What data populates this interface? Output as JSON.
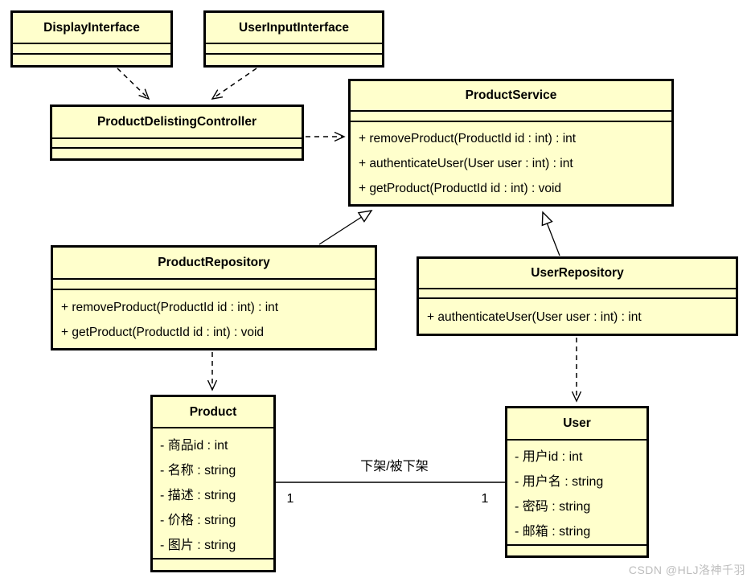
{
  "diagram": {
    "type": "uml-class-diagram",
    "background": "#ffffff",
    "class_fill": "#FFFFCC",
    "border_color": "#000000"
  },
  "classes": [
    {
      "name": "DisplayInterface",
      "attributes": [],
      "methods": []
    },
    {
      "name": "UserInputInterface",
      "attributes": [],
      "methods": []
    },
    {
      "name": "ProductDelistingController",
      "attributes": [],
      "methods": []
    },
    {
      "name": "ProductService",
      "attributes": [],
      "methods": [
        "+ removeProduct(ProductId id : int) : int",
        "+ authenticateUser(User user : int) : int",
        "+ getProduct(ProductId id : int) : void"
      ]
    },
    {
      "name": "ProductRepository",
      "attributes": [],
      "methods": [
        "+ removeProduct(ProductId id : int) : int",
        "+ getProduct(ProductId id : int) : void"
      ]
    },
    {
      "name": "UserRepository",
      "attributes": [],
      "methods": [
        "+ authenticateUser(User user : int) : int"
      ]
    },
    {
      "name": "Product",
      "attributes": [
        "- 商品id : int",
        "- 名称 : string",
        "- 描述 : string",
        "- 价格 : string",
        "- 图片 : string"
      ],
      "methods": []
    },
    {
      "name": "User",
      "attributes": [
        "- 用户id : int",
        "- 用户名 : string",
        "- 密码 : string",
        "- 邮箱 : string"
      ],
      "methods": []
    }
  ],
  "relations": [
    {
      "from": "DisplayInterface",
      "to": "ProductDelistingController",
      "type": "dashed-dependency"
    },
    {
      "from": "UserInputInterface",
      "to": "ProductDelistingController",
      "type": "dashed-dependency"
    },
    {
      "from": "ProductDelistingController",
      "to": "ProductService",
      "type": "dashed-dependency"
    },
    {
      "from": "ProductRepository",
      "to": "ProductService",
      "type": "generalization"
    },
    {
      "from": "UserRepository",
      "to": "ProductService",
      "type": "generalization"
    },
    {
      "from": "ProductRepository",
      "to": "Product",
      "type": "dashed-dependency"
    },
    {
      "from": "UserRepository",
      "to": "User",
      "type": "dashed-dependency"
    },
    {
      "from": "Product",
      "to": "User",
      "type": "association",
      "label": "下架/被下架"
    }
  ],
  "association": {
    "label": "下架/被下架",
    "left_multiplicity": "1",
    "right_multiplicity": "1"
  },
  "watermark": {
    "text": "CSDN @HLJ洛神千羽"
  }
}
